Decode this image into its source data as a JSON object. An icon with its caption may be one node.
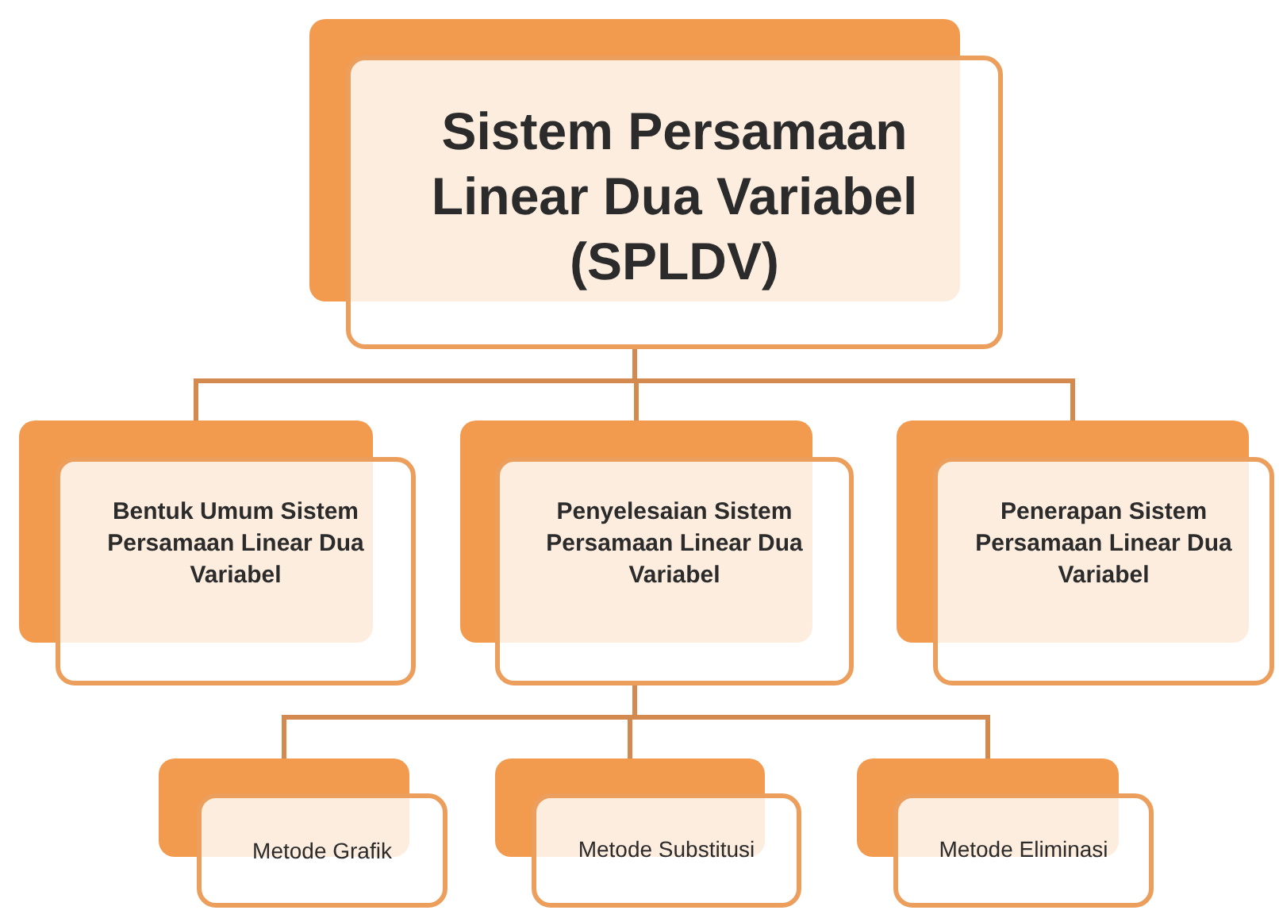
{
  "diagram": {
    "nodes": [
      {
        "text": [
          "Sistem Persamaan Linear Dua Variabel (SPLDV)"
        ]
      },
      {
        "text": [
          "Bentuk Umum Sistem Persamaan Linear Dua Variabel"
        ]
      },
      {
        "text": [
          "Penyelesaian Sistem Persamaan Linear Dua Variabel"
        ]
      },
      {
        "text": [
          "Penerapan Sistem Persamaan Linear Dua Variabel"
        ]
      },
      {
        "text": [
          "Metode Grafik"
        ]
      },
      {
        "text": [
          "Metode Substitusi"
        ]
      },
      {
        "text": [
          "Metode Eliminasi"
        ]
      }
    ],
    "edges": [
      {
        "from": 0,
        "to": 1,
        "arrow": "none"
      },
      {
        "from": 0,
        "to": 2,
        "arrow": "none"
      },
      {
        "from": 0,
        "to": 3,
        "arrow": "none"
      },
      {
        "from": 2,
        "to": 4,
        "arrow": "none"
      },
      {
        "from": 2,
        "to": 5,
        "arrow": "none"
      },
      {
        "from": 2,
        "to": 6,
        "arrow": "none"
      }
    ]
  }
}
